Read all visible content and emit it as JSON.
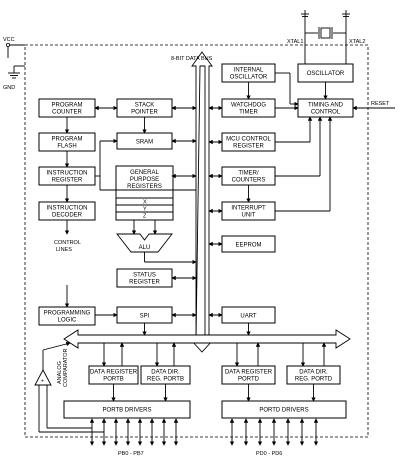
{
  "labels": {
    "vcc": "VCC",
    "gnd": "GND",
    "xtal1": "XTAL1",
    "xtal2": "XTAL2",
    "data_bus": "8-BIT DATA BUS",
    "reset": "RESET",
    "control_lines": [
      "CONTROL",
      "LINES"
    ],
    "regs_xyz": [
      "X",
      "Y",
      "Z"
    ],
    "portb_pins": "PB0 - PB7",
    "portd_pins": "PD0 - PD6",
    "analog_comparator": [
      "ANALOG",
      "COMPARATOR"
    ]
  },
  "blocks": {
    "program_counter": [
      "PROGRAM",
      "COUNTER"
    ],
    "stack_pointer": [
      "STACK",
      "POINTER"
    ],
    "internal_oscillator": [
      "INTERNAL",
      "OSCILLATOR"
    ],
    "oscillator": [
      "OSCILLATOR"
    ],
    "watchdog_timer": [
      "WATCHDOG",
      "TIMER"
    ],
    "timing_control": [
      "TIMING AND",
      "CONTROL"
    ],
    "program_flash": [
      "PROGRAM",
      "FLASH"
    ],
    "sram": [
      "SRAM"
    ],
    "mcu_control": [
      "MCU CONTROL",
      "REGISTER"
    ],
    "instruction_register": [
      "INSTRUCTION",
      "REGISTER"
    ],
    "gp_registers": [
      "GENERAL",
      "PURPOSE",
      "REGISTERS"
    ],
    "timer_counters": [
      "TIMER/",
      "COUNTERS"
    ],
    "instruction_decoder": [
      "INSTRUCTION",
      "DECODER"
    ],
    "interrupt_unit": [
      "INTERRUPT",
      "UNIT"
    ],
    "alu": [
      "ALU"
    ],
    "eeprom": [
      "EEPROM"
    ],
    "status_register": [
      "STATUS",
      "REGISTER"
    ],
    "programming_logic": [
      "PROGRAMMING",
      "LOGIC"
    ],
    "spi": [
      "SPI"
    ],
    "uart": [
      "UART"
    ],
    "data_register_portb": [
      "DATA REGISTER",
      "PORTB"
    ],
    "data_dir_portb": [
      "DATA DIR.",
      "REG. PORTB"
    ],
    "data_register_portd": [
      "DATA REGISTER",
      "PORTD"
    ],
    "data_dir_portd": [
      "DATA DIR.",
      "REG. PORTD"
    ],
    "portb_drivers": [
      "PORTB DRIVERS"
    ],
    "portd_drivers": [
      "PORTD DRIVERS"
    ]
  }
}
